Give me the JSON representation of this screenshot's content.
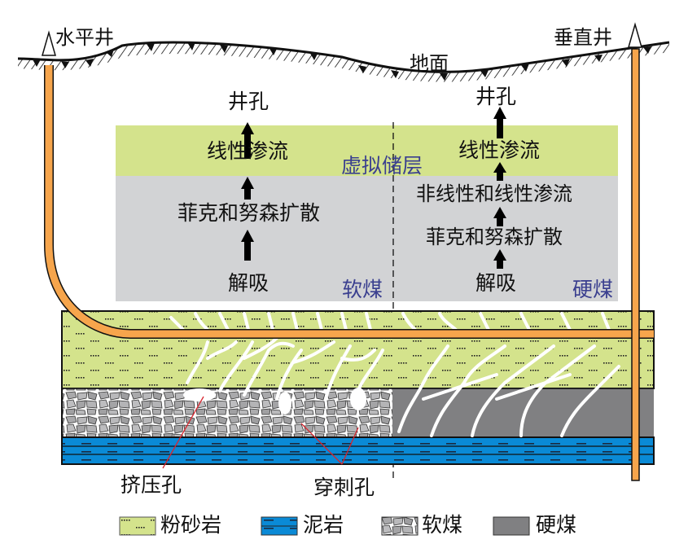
{
  "labels": {
    "horizontal_well": "水平井",
    "vertical_well": "垂直井",
    "ground": "地面",
    "virtual_reservoir": "虚拟储层",
    "soft_coal_zone": "软煤",
    "hard_coal_zone": "硬煤",
    "squeeze_hole": "挤压孔",
    "puncture_hole": "穿刺孔"
  },
  "soft_coal_flow": {
    "steps": [
      "解吸",
      "菲克和努森扩散",
      "线性渗流",
      "井孔"
    ]
  },
  "hard_coal_flow": {
    "steps": [
      "解吸",
      "菲克和努森扩散",
      "非线性和线性渗流",
      "线性渗流",
      "井孔"
    ]
  },
  "legend": [
    {
      "key": "siltstone",
      "label": "粉砂岩",
      "color": "#d4e38c"
    },
    {
      "key": "mudstone",
      "label": "泥岩",
      "color": "#0a8ad6"
    },
    {
      "key": "soft_coal",
      "label": "软煤",
      "color": "#b8b8b8"
    },
    {
      "key": "hard_coal",
      "label": "硬煤",
      "color": "#808082"
    }
  ],
  "colors": {
    "well_pipe": "#f6a54c",
    "virtual_reservoir_band": "#d4e38c",
    "coal_zone_band": "#d2d3d5",
    "siltstone": "#d4e38c",
    "mudstone": "#0a8ad6",
    "hard_coal": "#808082",
    "fracture": "#ffffff",
    "pointer_line": "#d8262f"
  }
}
